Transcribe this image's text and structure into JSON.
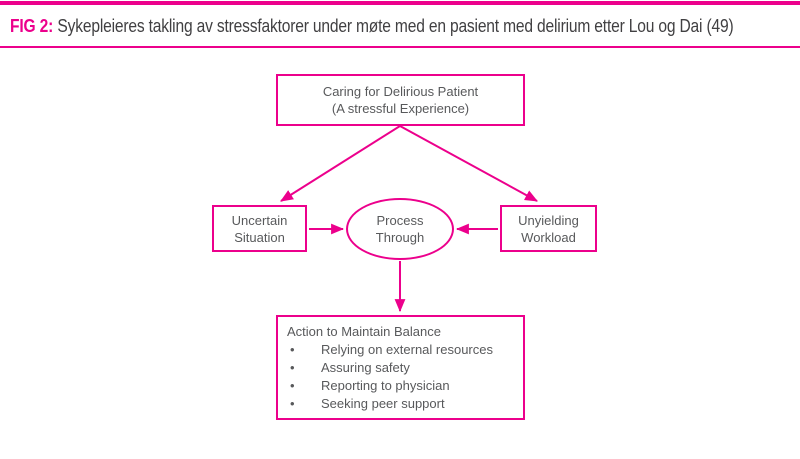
{
  "colors": {
    "accent_magenta": "#EC008C",
    "diagram_text_gray": "#58595B",
    "header_text_dark": "#414042",
    "background": "#FFFFFF"
  },
  "header": {
    "fig_label": "FIG 2:",
    "title": "Sykepleieres takling av stressfaktorer under møte med en pasient med delirium etter Lou og Dai (49)"
  },
  "diagram": {
    "top_box": {
      "line1": "Caring for Delirious Patient",
      "line2": "(A stressful Experience)"
    },
    "left_box": {
      "line1": "Uncertain",
      "line2": "Situation"
    },
    "process_ellipse": {
      "line1": "Process",
      "line2": "Through"
    },
    "right_box": {
      "line1": "Unyielding",
      "line2": "Workload"
    },
    "action_box": {
      "title": "Action to Maintain Balance",
      "bullet_glyph": "•",
      "bullets": [
        "Relying on external resources",
        "Assuring safety",
        "Reporting to physician",
        "Seeking peer support"
      ]
    }
  }
}
